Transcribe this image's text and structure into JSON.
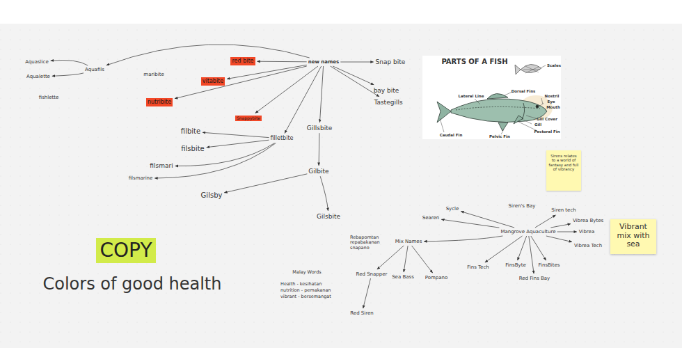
{
  "diagram": {
    "nodes": [
      {
        "text": [
          "new names"
        ]
      },
      {
        "text": [
          "red bite"
        ]
      },
      {
        "text": [
          "Snap bite"
        ]
      },
      {
        "text": [
          "Aquafils"
        ]
      },
      {
        "text": [
          "Aquaslice"
        ]
      },
      {
        "text": [
          "Aqualette"
        ]
      },
      {
        "text": [
          "vitabite"
        ]
      },
      {
        "text": [
          "nutribite"
        ]
      },
      {
        "text": [
          "bay bite"
        ]
      },
      {
        "text": [
          "Tastegills"
        ]
      },
      {
        "text": [
          "Snappybite"
        ]
      },
      {
        "text": [
          "Gillsbite"
        ]
      },
      {
        "text": [
          "filletbite"
        ]
      },
      {
        "text": [
          "filbite"
        ]
      },
      {
        "text": [
          "filsbite"
        ]
      },
      {
        "text": [
          "filsmari"
        ]
      },
      {
        "text": [
          "filsmarine"
        ]
      },
      {
        "text": [
          "Gilbite"
        ]
      },
      {
        "text": [
          "Gilsby"
        ]
      },
      {
        "text": [
          "Gilsbite"
        ]
      },
      {
        "text": [
          "Sirens relates to a world of fantasy and full of vibrancy"
        ]
      },
      {
        "text": [
          "Sycle"
        ]
      },
      {
        "text": [
          "Siren tech"
        ]
      },
      {
        "text": [
          "Searen"
        ]
      },
      {
        "text": [
          "Vibrea Bytes"
        ]
      },
      {
        "text": [
          "Mangrove Aquaculture"
        ]
      },
      {
        "text": [
          "Vibrea"
        ]
      },
      {
        "text": [
          "Vibrant mix with sea"
        ]
      },
      {
        "text": [
          "Mix Names"
        ]
      },
      {
        "text": [
          "Vibrea Tech"
        ]
      },
      {
        "text": [
          "COPY"
        ]
      },
      {
        "text": [
          "Fins Tech"
        ]
      },
      {
        "text": [
          "FinsByte"
        ]
      },
      {
        "text": [
          "FinsBites"
        ]
      },
      {
        "text": [
          "Red Snapper"
        ]
      },
      {
        "text": [
          "Sea Bass"
        ]
      },
      {
        "text": [
          "Pompano"
        ]
      },
      {
        "text": [
          "Red Fins Bay"
        ]
      },
      {
        "text": [
          "Red Siren"
        ]
      }
    ],
    "edges": [
      {
        "from": 0,
        "to": 1,
        "arrow": "to"
      },
      {
        "from": 0,
        "to": 2,
        "arrow": "to"
      },
      {
        "from": 0,
        "to": 3,
        "arrow": "to"
      },
      {
        "from": 0,
        "to": 6,
        "arrow": "to"
      },
      {
        "from": 0,
        "to": 7,
        "arrow": "to"
      },
      {
        "from": 0,
        "to": 8,
        "arrow": "to"
      },
      {
        "from": 0,
        "to": 9,
        "arrow": "to"
      },
      {
        "from": 0,
        "to": 10,
        "arrow": "to"
      },
      {
        "from": 0,
        "to": 11,
        "arrow": "to"
      },
      {
        "from": 0,
        "to": 12,
        "arrow": "to"
      },
      {
        "from": 3,
        "to": 4,
        "arrow": "to"
      },
      {
        "from": 3,
        "to": 5,
        "arrow": "to"
      },
      {
        "from": 11,
        "to": 17,
        "arrow": "to"
      },
      {
        "from": 17,
        "to": 19,
        "arrow": "to"
      },
      {
        "from": 17,
        "to": 18,
        "arrow": "to"
      },
      {
        "from": 12,
        "to": 13,
        "arrow": "to"
      },
      {
        "from": 12,
        "to": 14,
        "arrow": "to"
      },
      {
        "from": 12,
        "to": 15,
        "arrow": "to"
      },
      {
        "from": 12,
        "to": 16,
        "arrow": "to"
      },
      {
        "from": 25,
        "to": 21,
        "arrow": "to"
      },
      {
        "from": 25,
        "to": 22,
        "arrow": "to"
      },
      {
        "from": 25,
        "to": 23,
        "arrow": "to"
      },
      {
        "from": 25,
        "to": 24,
        "arrow": "to"
      },
      {
        "from": 25,
        "to": 26,
        "arrow": "to"
      },
      {
        "from": 25,
        "to": 29,
        "arrow": "to"
      },
      {
        "from": 25,
        "to": 31,
        "arrow": "to"
      },
      {
        "from": 25,
        "to": 32,
        "arrow": "to"
      },
      {
        "from": 25,
        "to": 33,
        "arrow": "to"
      },
      {
        "from": 25,
        "to": 37,
        "arrow": "to"
      },
      {
        "from": 25,
        "to": 28,
        "arrow": "to"
      },
      {
        "from": 28,
        "to": 34,
        "arrow": "to"
      },
      {
        "from": 28,
        "to": 35,
        "arrow": "to"
      },
      {
        "from": 28,
        "to": 36,
        "arrow": "to"
      },
      {
        "from": 34,
        "to": 38,
        "arrow": "to"
      }
    ],
    "labels": [
      "maribite",
      "fishlette",
      "Siren's Bay",
      "Rebapomtan repabakanan snapano",
      "Malay Words",
      "Health - kesihatan",
      "nutrition - pemakanan",
      "vibrant - bersemangat",
      "Colors of good health",
      "PARTS OF A FISH",
      "Scales",
      "Dorsal Fins",
      "Lateral Line",
      "Nostril",
      "Eye",
      "Mouth",
      "Gill Cover",
      "Gill",
      "Pectoral Fin",
      "Caudal Fin",
      "Pelvic Fin"
    ]
  }
}
